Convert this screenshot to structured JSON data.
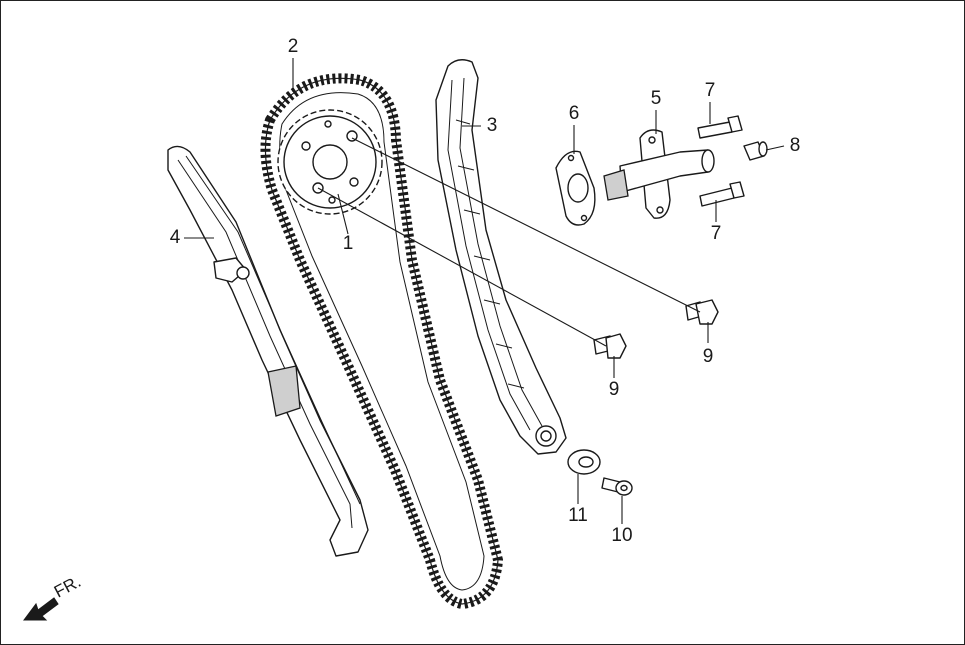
{
  "diagram": {
    "callouts": {
      "c1": "1",
      "c2": "2",
      "c3": "3",
      "c4": "4",
      "c5": "5",
      "c6": "6",
      "c7a": "7",
      "c7b": "7",
      "c8": "8",
      "c9a": "9",
      "c9b": "9",
      "c10": "10",
      "c11": "11"
    },
    "direction_label": "FR."
  }
}
